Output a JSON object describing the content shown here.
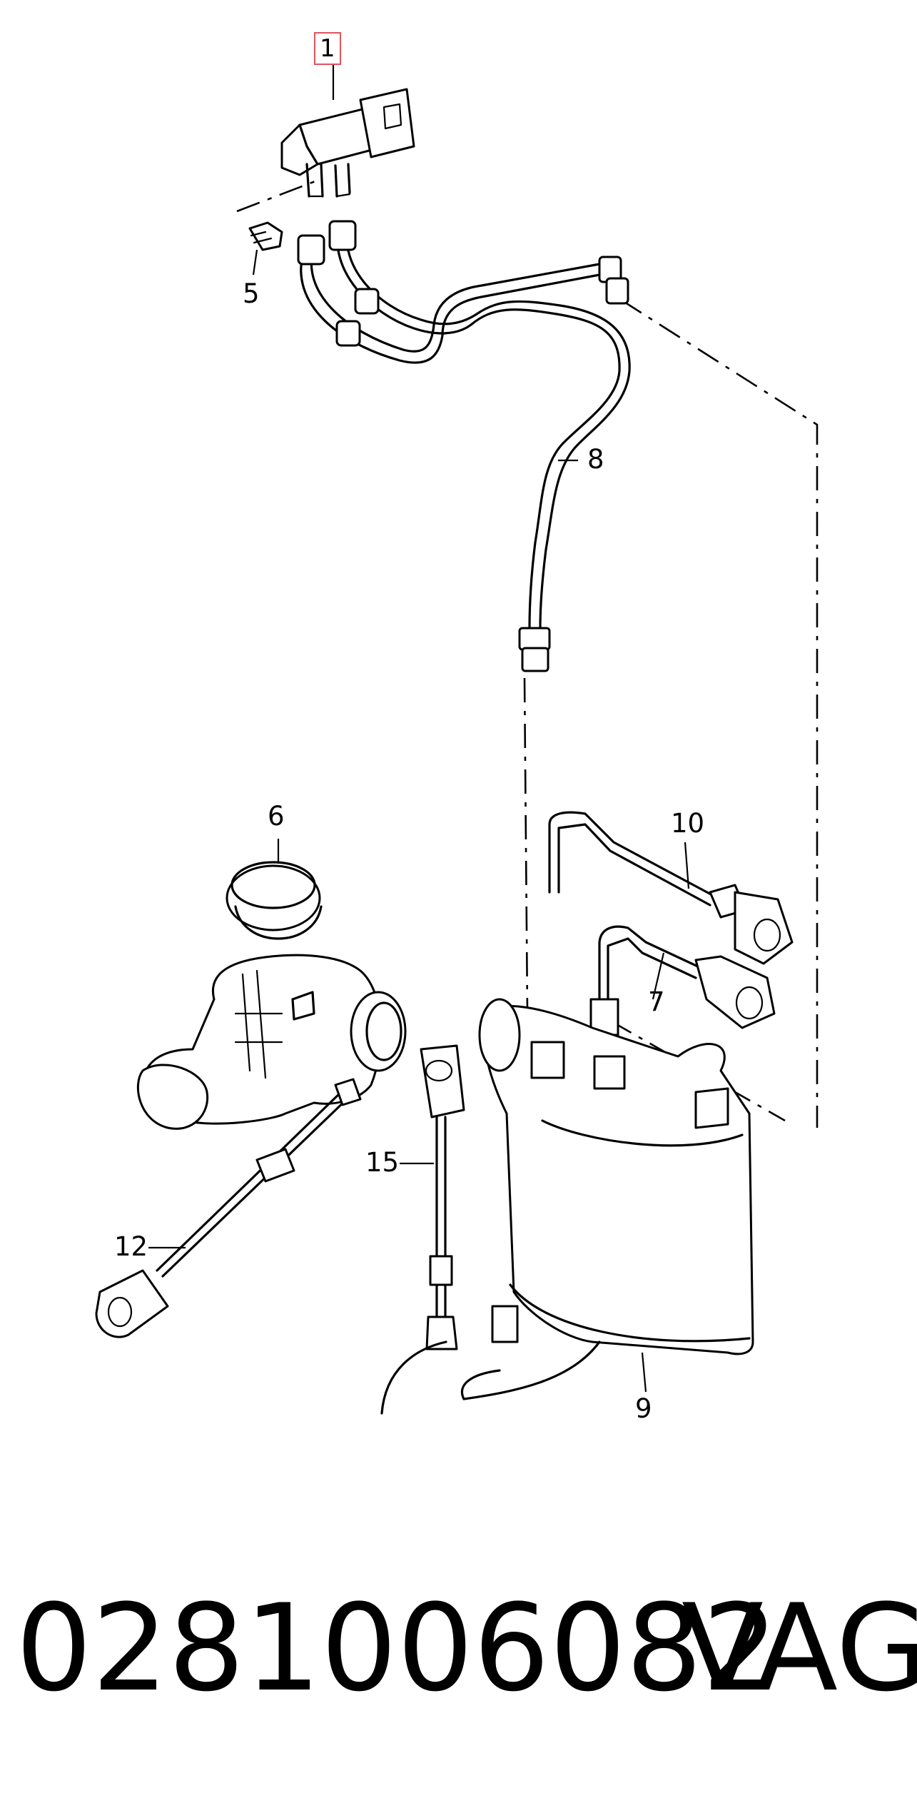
{
  "callouts": {
    "c1": "1",
    "c5": "5",
    "c6": "6",
    "c7": "7",
    "c8": "8",
    "c9": "9",
    "c10": "10",
    "c12": "12",
    "c15": "15"
  },
  "highlight_color": "#e0535f",
  "part_number": "0281006082",
  "brand": "VAG"
}
